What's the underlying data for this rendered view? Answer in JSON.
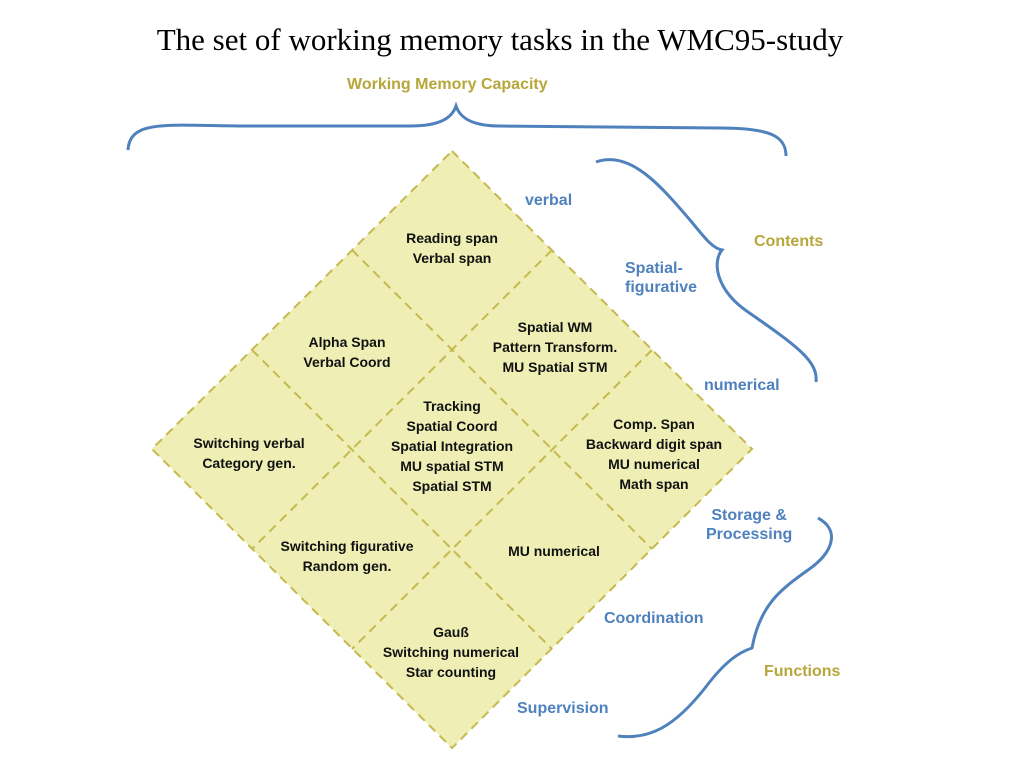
{
  "title": "The set of working memory tasks in the WMC95-study",
  "top_label": "Working Memory Capacity",
  "contents": {
    "group_label": "Contents",
    "items": [
      "verbal",
      "Spatial-\nfigurative",
      "numerical"
    ]
  },
  "functions": {
    "group_label": "Functions",
    "items": [
      "Storage &\nProcessing",
      "Coordination",
      "Supervision"
    ]
  },
  "cells": {
    "verbal_storage": [
      "Reading span",
      "Verbal span"
    ],
    "verbal_coordination": [
      "Alpha Span",
      "Verbal Coord"
    ],
    "verbal_supervision": [
      "Switching verbal",
      "Category gen."
    ],
    "spatial_storage": [
      "Spatial WM",
      "Pattern Transform.",
      "MU Spatial STM"
    ],
    "spatial_coordination": [
      "Tracking",
      "Spatial Coord",
      "Spatial Integration",
      "MU spatial STM",
      "Spatial STM"
    ],
    "spatial_supervision": [
      "Switching figurative",
      "Random gen."
    ],
    "numerical_storage": [
      "Comp. Span",
      "Backward digit span",
      "MU numerical",
      "Math span"
    ],
    "numerical_coordination": [
      "MU numerical"
    ],
    "numerical_supervision": [
      "Gauß",
      "Switching numerical",
      "Star counting"
    ]
  },
  "colors": {
    "diamond_fill": "#eeeeb5",
    "grid_line": "#c6b94e",
    "brace": "#4f81bd",
    "gold_text": "#b7a63a",
    "blue_text": "#4f81bd"
  }
}
